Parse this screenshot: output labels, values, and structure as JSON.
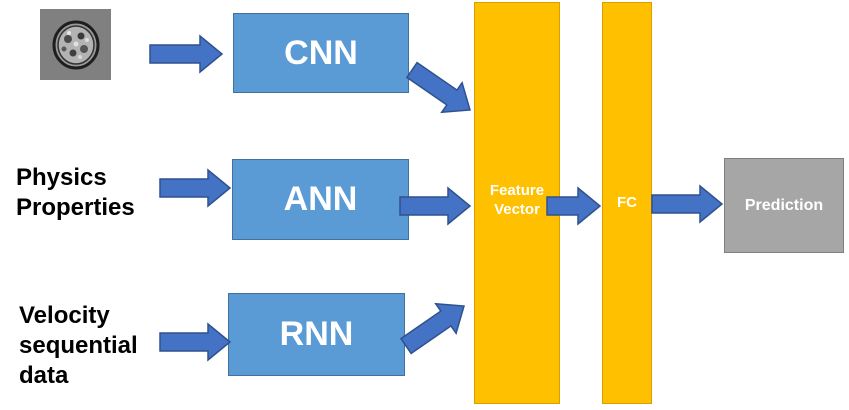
{
  "inputs": {
    "physics": {
      "line1": "Physics",
      "line2": "Properties"
    },
    "velocity": {
      "line1": "Velocity",
      "line2": "sequential",
      "line3": "data"
    }
  },
  "nodes": {
    "cnn": "CNN",
    "ann": "ANN",
    "rnn": "RNN",
    "feature_vector": {
      "line1": "Feature",
      "line2": "Vector"
    },
    "fc": "FC",
    "prediction": "Prediction"
  },
  "colors": {
    "network_box": "#5b9bd5",
    "arrow": "#4472c4",
    "feature_bar": "#ffc000",
    "prediction_box": "#a6a6a6"
  },
  "icons": {
    "image_input": "cell-microscopy-image"
  }
}
